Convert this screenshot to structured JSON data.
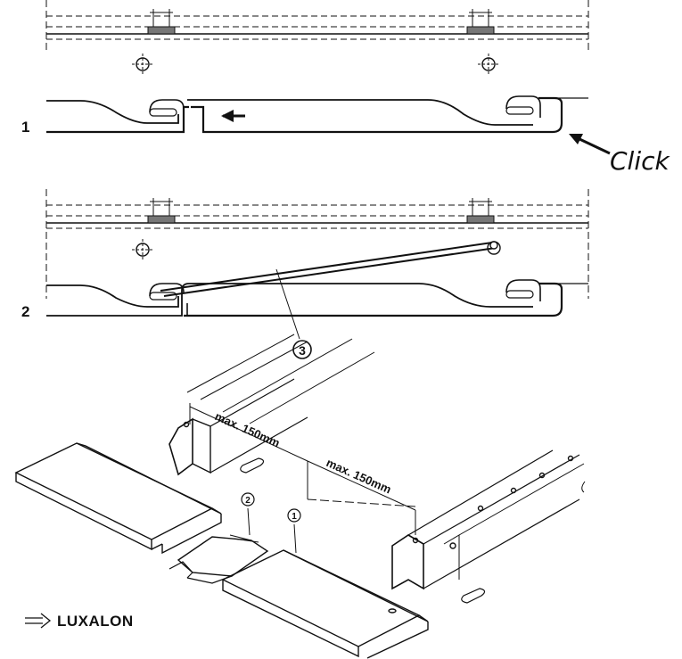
{
  "step_labels": {
    "step1": "1",
    "step2": "2"
  },
  "click_label": "Click",
  "callouts": {
    "c1": "1",
    "c2": "2",
    "c3": "3"
  },
  "dimensions": {
    "d1": "max. 150mm",
    "d2": "max. 150mm"
  },
  "brand": "LUXALON",
  "icons": {
    "arrow": "double-line-arrow-icon"
  }
}
